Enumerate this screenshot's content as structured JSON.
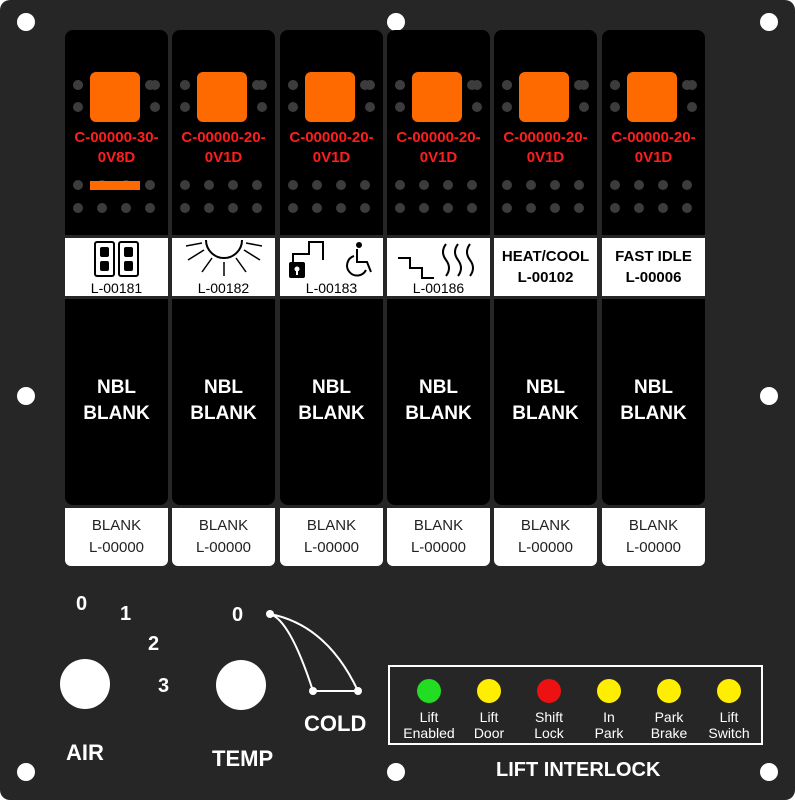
{
  "switches": [
    {
      "code": "C-00000-30-0V8D",
      "code_line1": "C-00000-30-",
      "code_line2": "0V8D",
      "indicator_bar": true,
      "legend_icon": "seat-icon",
      "legend_title": "",
      "legend_code": "L-00181",
      "bottom_text_line1": "NBL",
      "bottom_text_line2": "BLANK",
      "bottom_label_line1": "BLANK",
      "bottom_label_line2": "L-00000"
    },
    {
      "code": "C-00000-20-0V1D",
      "code_line1": "C-00000-20-",
      "code_line2": "0V1D",
      "indicator_bar": false,
      "legend_icon": "light-icon",
      "legend_title": "",
      "legend_code": "L-00182",
      "bottom_text_line1": "NBL",
      "bottom_text_line2": "BLANK",
      "bottom_label_line1": "BLANK",
      "bottom_label_line2": "L-00000"
    },
    {
      "code": "C-00000-20-0V1D",
      "code_line1": "C-00000-20-",
      "code_line2": "0V1D",
      "indicator_bar": false,
      "legend_icon": "lock-wheelchair-icon",
      "legend_title": "",
      "legend_code": "L-00183",
      "bottom_text_line1": "NBL",
      "bottom_text_line2": "BLANK",
      "bottom_label_line1": "BLANK",
      "bottom_label_line2": "L-00000"
    },
    {
      "code": "C-00000-20-0V1D",
      "code_line1": "C-00000-20-",
      "code_line2": "0V1D",
      "indicator_bar": false,
      "legend_icon": "step-heat-icon",
      "legend_title": "",
      "legend_code": "L-00186",
      "bottom_text_line1": "NBL",
      "bottom_text_line2": "BLANK",
      "bottom_label_line1": "BLANK",
      "bottom_label_line2": "L-00000"
    },
    {
      "code": "C-00000-20-0V1D",
      "code_line1": "C-00000-20-",
      "code_line2": "0V1D",
      "indicator_bar": false,
      "legend_icon": "",
      "legend_title": "HEAT/COOL",
      "legend_code": "L-00102",
      "bottom_text_line1": "NBL",
      "bottom_text_line2": "BLANK",
      "bottom_label_line1": "BLANK",
      "bottom_label_line2": "L-00000"
    },
    {
      "code": "C-00000-20-0V1D",
      "code_line1": "C-00000-20-",
      "code_line2": "0V1D",
      "indicator_bar": false,
      "legend_icon": "",
      "legend_title": "FAST IDLE",
      "legend_code": "L-00006",
      "bottom_text_line1": "NBL",
      "bottom_text_line2": "BLANK",
      "bottom_label_line1": "BLANK",
      "bottom_label_line2": "L-00000"
    }
  ],
  "air": {
    "label": "AIR",
    "positions": [
      "0",
      "1",
      "2",
      "3"
    ]
  },
  "temp": {
    "label": "TEMP",
    "zero_label": "0",
    "cold_label": "COLD"
  },
  "interlock": {
    "title": "LIFT INTERLOCK",
    "indicators": [
      {
        "line1": "Lift",
        "line2": "Enabled",
        "color": "#22dd22"
      },
      {
        "line1": "Lift",
        "line2": "Door",
        "color": "#ffee00"
      },
      {
        "line1": "Shift",
        "line2": "Lock",
        "color": "#ee1111"
      },
      {
        "line1": "In",
        "line2": "Park",
        "color": "#ffee00"
      },
      {
        "line1": "Park",
        "line2": "Brake",
        "color": "#ffee00"
      },
      {
        "line1": "Lift",
        "line2": "Switch",
        "color": "#ffee00"
      }
    ]
  },
  "colors": {
    "panel": "#262626",
    "lamp": "#ff6a00",
    "code_text": "#ff1e1e"
  }
}
